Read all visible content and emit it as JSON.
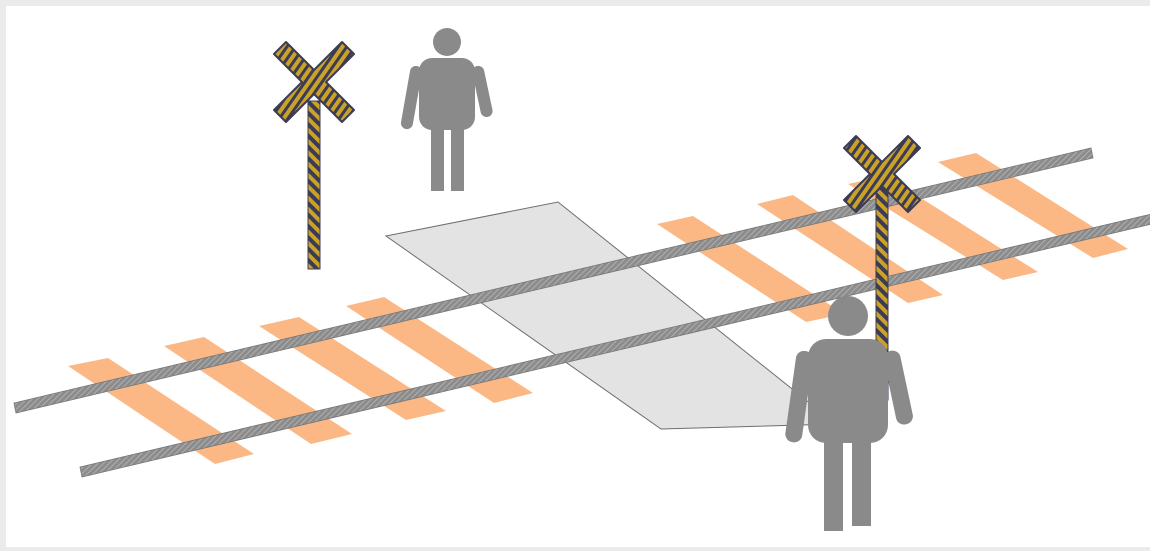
{
  "scene": {
    "title": "",
    "colors": {
      "background": "#ffffff",
      "frame": "#ebebeb",
      "sleeper": "#fbb885",
      "rail": "#8c8c8c",
      "rail_hatch": "#bdbdbd",
      "crossing_pad": "#e3e3e3",
      "crossing_outline": "#6e6e6e",
      "sign_fill": "#c9a227",
      "sign_stripe": "#3b3b55",
      "pedestrian": "#8a8a8a"
    },
    "elements": {
      "track": "railway-track",
      "crossing": "level-crossing-pad",
      "signs": [
        "crossbuck-sign",
        "crossbuck-sign"
      ],
      "pedestrians": [
        "pedestrian",
        "pedestrian"
      ]
    }
  }
}
